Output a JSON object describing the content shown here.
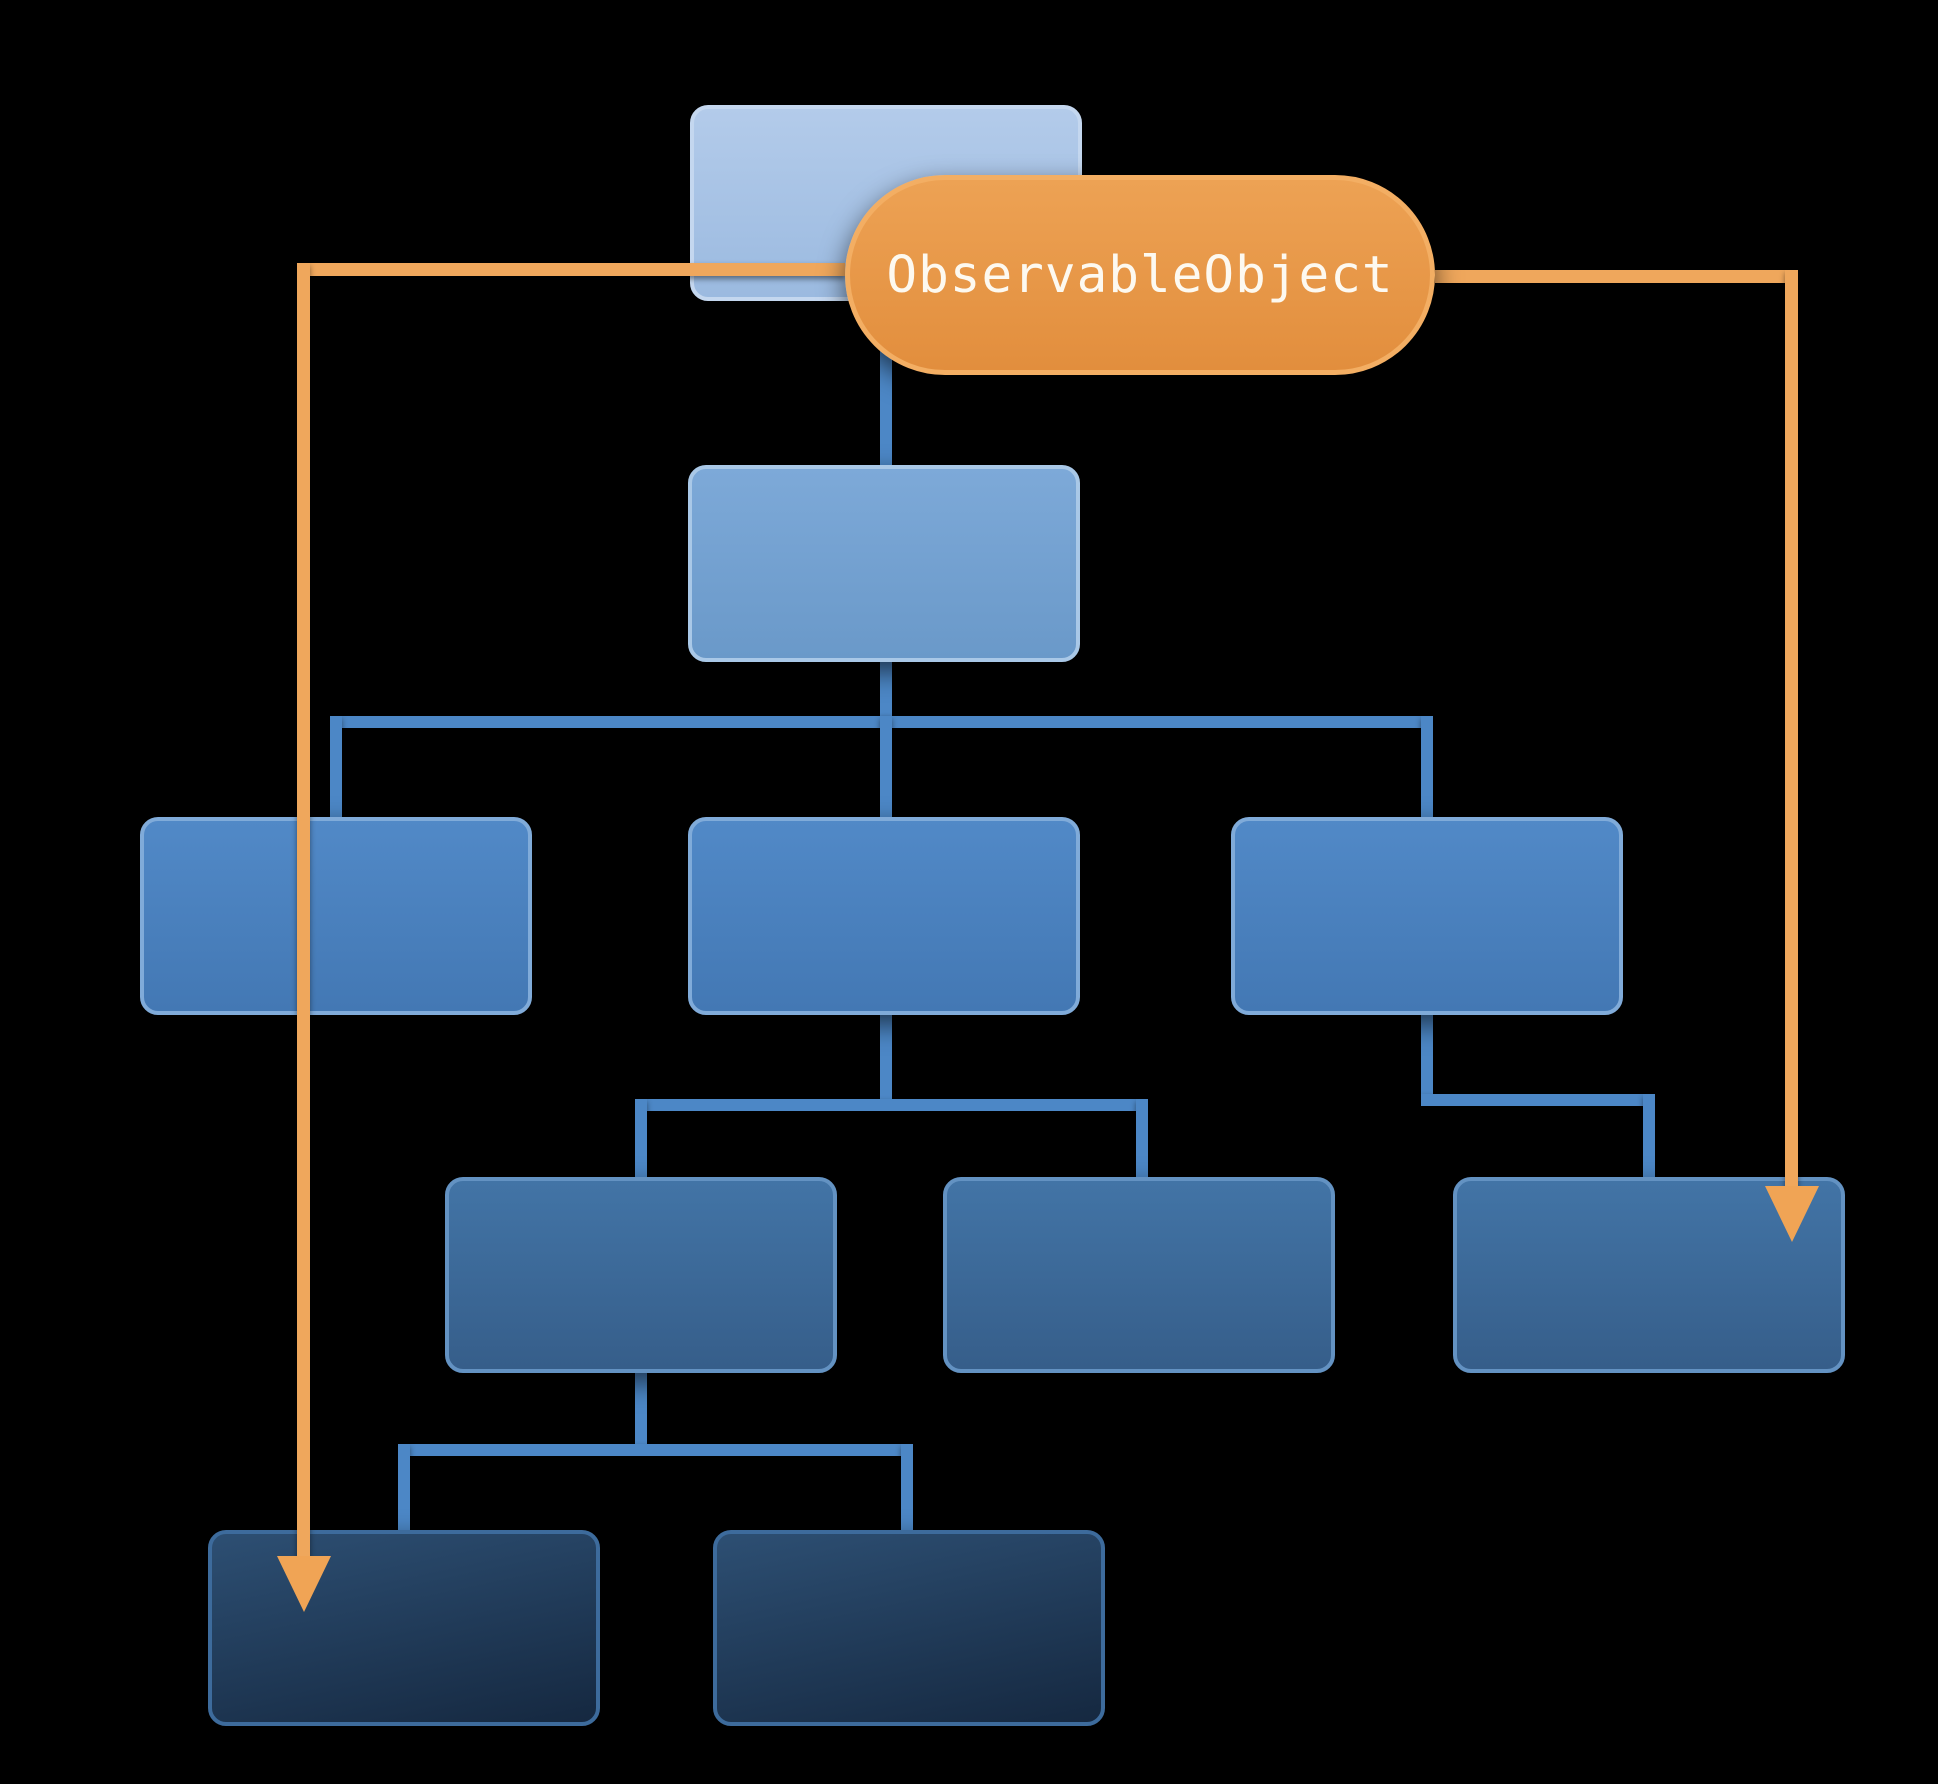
{
  "pill": {
    "label": "ObservableObject",
    "points_to": [
      "bottom-left-node",
      "right-branch-leaf-node"
    ]
  },
  "colors": {
    "background": "#000000",
    "blue_line": "#4c87c6",
    "orange_line": "#efa75c",
    "arrow": "#f0a455",
    "pill_top": "#eda254",
    "pill_bottom": "#e28e3d",
    "pill_border": "#f3ae63",
    "pill_text": "#fdf9f0",
    "l1_top": "#b3cbea",
    "l1_bottom": "#9bbae0",
    "l1_border": "#c4d7ef",
    "l2_top": "#7da9d8",
    "l2_bottom": "#6a99c9",
    "l2_border": "#a9c8e7",
    "l3_top": "#5189c7",
    "l3_bottom": "#4378b4",
    "l3_border": "#80abd9",
    "l4_top": "#4274a6",
    "l4_bottom": "#365e8a",
    "l4_border": "#6392c2",
    "l5_top": "#2d4f73",
    "l5_bottom": "#152840",
    "l5_border": "#3d6b9c"
  },
  "hierarchy": {
    "nodes": [
      {
        "id": "root",
        "level": 1,
        "label": ""
      },
      {
        "id": "child",
        "level": 2,
        "label": "",
        "parent": "root"
      },
      {
        "id": "branch-left",
        "level": 3,
        "label": "",
        "parent": "child"
      },
      {
        "id": "branch-middle",
        "level": 3,
        "label": "",
        "parent": "child"
      },
      {
        "id": "branch-right",
        "level": 3,
        "label": "",
        "parent": "child"
      },
      {
        "id": "leaf-a",
        "level": 4,
        "label": "",
        "parent": "branch-middle"
      },
      {
        "id": "leaf-b",
        "level": 4,
        "label": "",
        "parent": "branch-middle"
      },
      {
        "id": "leaf-c",
        "level": 4,
        "label": "",
        "parent": "branch-right"
      },
      {
        "id": "bottom-left",
        "level": 5,
        "label": "",
        "parent": "leaf-a"
      },
      {
        "id": "bottom-right",
        "level": 5,
        "label": "",
        "parent": "leaf-a"
      }
    ],
    "edges": [
      [
        "root",
        "child"
      ],
      [
        "child",
        "branch-left"
      ],
      [
        "child",
        "branch-middle"
      ],
      [
        "child",
        "branch-right"
      ],
      [
        "branch-middle",
        "leaf-a"
      ],
      [
        "branch-middle",
        "leaf-b"
      ],
      [
        "branch-right",
        "leaf-c"
      ],
      [
        "leaf-a",
        "bottom-left"
      ],
      [
        "leaf-a",
        "bottom-right"
      ]
    ],
    "annotation_arrows": [
      [
        "ObservableObject",
        "bottom-left"
      ],
      [
        "ObservableObject",
        "leaf-c"
      ]
    ]
  }
}
